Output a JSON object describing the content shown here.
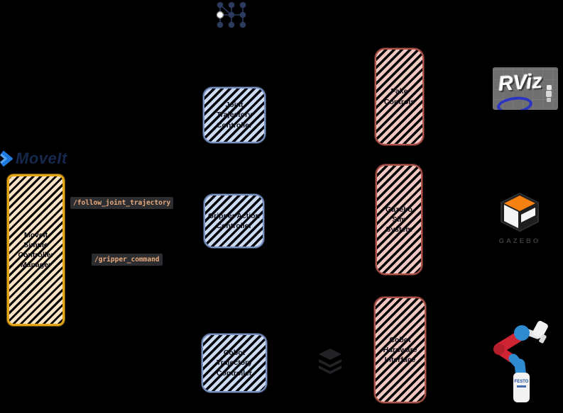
{
  "colors": {
    "background": "#000000",
    "blue_box_fill": "#ccdaf2",
    "blue_box_border": "#7b93c4",
    "red_box_fill": "#f1c7c2",
    "red_box_border": "#b0544c",
    "orange_box_fill": "#fbe4c5",
    "orange_box_border": "#e2a616",
    "topic_bg": "#2b2d30",
    "topic_text": "#e8a87c",
    "moveit_blue": "#1f7ae0",
    "moveit_navy": "#16294d",
    "gazebo_orange": "#f58113",
    "rviz_bg": "#6f6f6f",
    "robot_blue": "#2e8bd0",
    "robot_red": "#cf2433"
  },
  "logos": {
    "moveit": "MoveIt",
    "rviz": "RViz",
    "gazebo": "GAZEBO"
  },
  "nodes": {
    "controller_manager": {
      "lines": [
        "MoveIt",
        "Simple",
        "Controller",
        "Manager"
      ]
    },
    "joint_trajectory_controller": {
      "lines": [
        "Joint",
        "Trajectory",
        "Controller"
      ]
    },
    "gripper_action_controller": {
      "lines": [
        "Gripper Action",
        "Controller"
      ]
    },
    "cobot_trajectory_controller": {
      "lines": [
        "Cobot",
        "Trajectory",
        "Controller"
      ]
    },
    "fake_controls": {
      "lines": [
        "Fake",
        "Controls"
      ]
    },
    "gazebo_sim_system": {
      "lines": [
        "Gazebo",
        "Sim",
        "System"
      ]
    },
    "cobot_hardware_interface": {
      "lines": [
        "Cobot",
        "Hardware",
        "Interface"
      ]
    }
  },
  "topics": {
    "follow_joint_trajectory": "/follow_joint_trajectory",
    "gripper_command": "/gripper_command"
  },
  "robot": {
    "brand": "FESTO"
  }
}
